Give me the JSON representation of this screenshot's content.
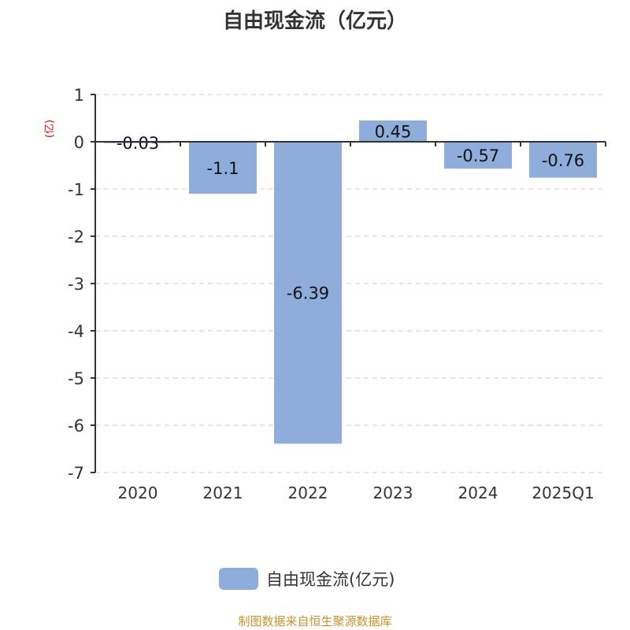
{
  "chart_data": {
    "type": "bar",
    "title": "自由现金流（亿元）",
    "ylabel": "(亿)",
    "xlabel": "",
    "categories": [
      "2020",
      "2021",
      "2022",
      "2023",
      "2024",
      "2025Q1"
    ],
    "series": [
      {
        "name": "自由现金流(亿元)",
        "values": [
          -0.03,
          -1.1,
          -6.39,
          0.45,
          -0.57,
          -0.76
        ],
        "color": "#8eadda"
      }
    ],
    "data_labels": [
      "-0.03",
      "-1.1",
      "-6.39",
      "0.45",
      "-0.57",
      "-0.76"
    ],
    "ylim": [
      -7,
      1
    ],
    "yticks": [
      1,
      0,
      -1,
      -2,
      -3,
      -4,
      -5,
      -6,
      -7
    ],
    "grid": true,
    "legend": "bottom-center"
  },
  "source": "制图数据来自恒生聚源数据库"
}
